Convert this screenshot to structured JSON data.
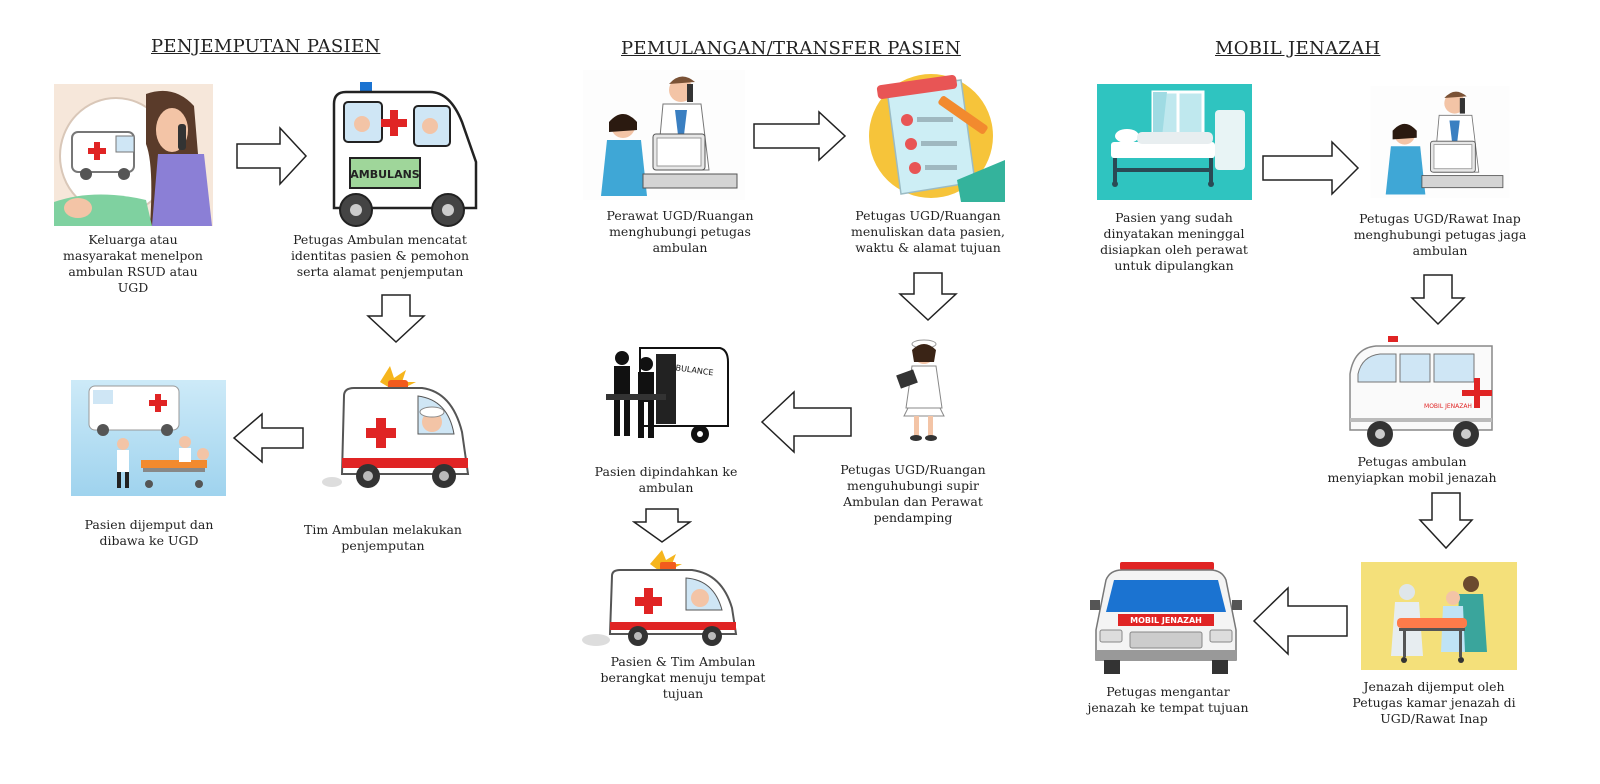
{
  "sections": {
    "pickup": {
      "title": "PENJEMPUTAN PASIEN",
      "steps": [
        "Keluarga atau masyarakat menelpon ambulan RSUD atau UGD",
        "Petugas Ambulan mencatat identitas pasien & pemohon serta alamat penjemputan",
        "Tim Ambulan melakukan penjemputan",
        "Pasien dijemput dan dibawa ke UGD"
      ],
      "ambulance_label": "AMBULANS"
    },
    "transfer": {
      "title": "PEMULANGAN/TRANSFER PASIEN",
      "steps": [
        "Perawat UGD/Ruangan menghubungi petugas ambulan",
        "Petugas UGD/Ruangan menuliskan data pasien, waktu & alamat tujuan",
        "Petugas UGD/Ruangan menguhubungi supir Ambulan dan Perawat pendamping",
        "Pasien dipindahkan ke ambulan",
        "Pasien & Tim Ambulan berangkat menuju tempat tujuan"
      ],
      "ambulance_label": "AMBULANCE"
    },
    "hearse": {
      "title": "MOBIL JENAZAH",
      "steps": [
        "Pasien yang sudah dinyatakan meninggal disiapkan oleh perawat untuk dipulangkan",
        "Petugas UGD/Rawat Inap menghubungi petugas jaga ambulan",
        "Petugas ambulan menyiapkan mobil jenazah",
        "Jenazah dijemput oleh Petugas kamar jenazah di UGD/Rawat Inap",
        "Petugas mengantar jenazah ke tempat tujuan"
      ],
      "van_label": "MOBIL JENAZAH",
      "front_label": "MOBIL JENAZAH"
    }
  },
  "colors": {
    "red": "#e02424",
    "teal": "#2fc4c0",
    "yellow": "#f4e07a",
    "sky": "#bfe3f5"
  }
}
